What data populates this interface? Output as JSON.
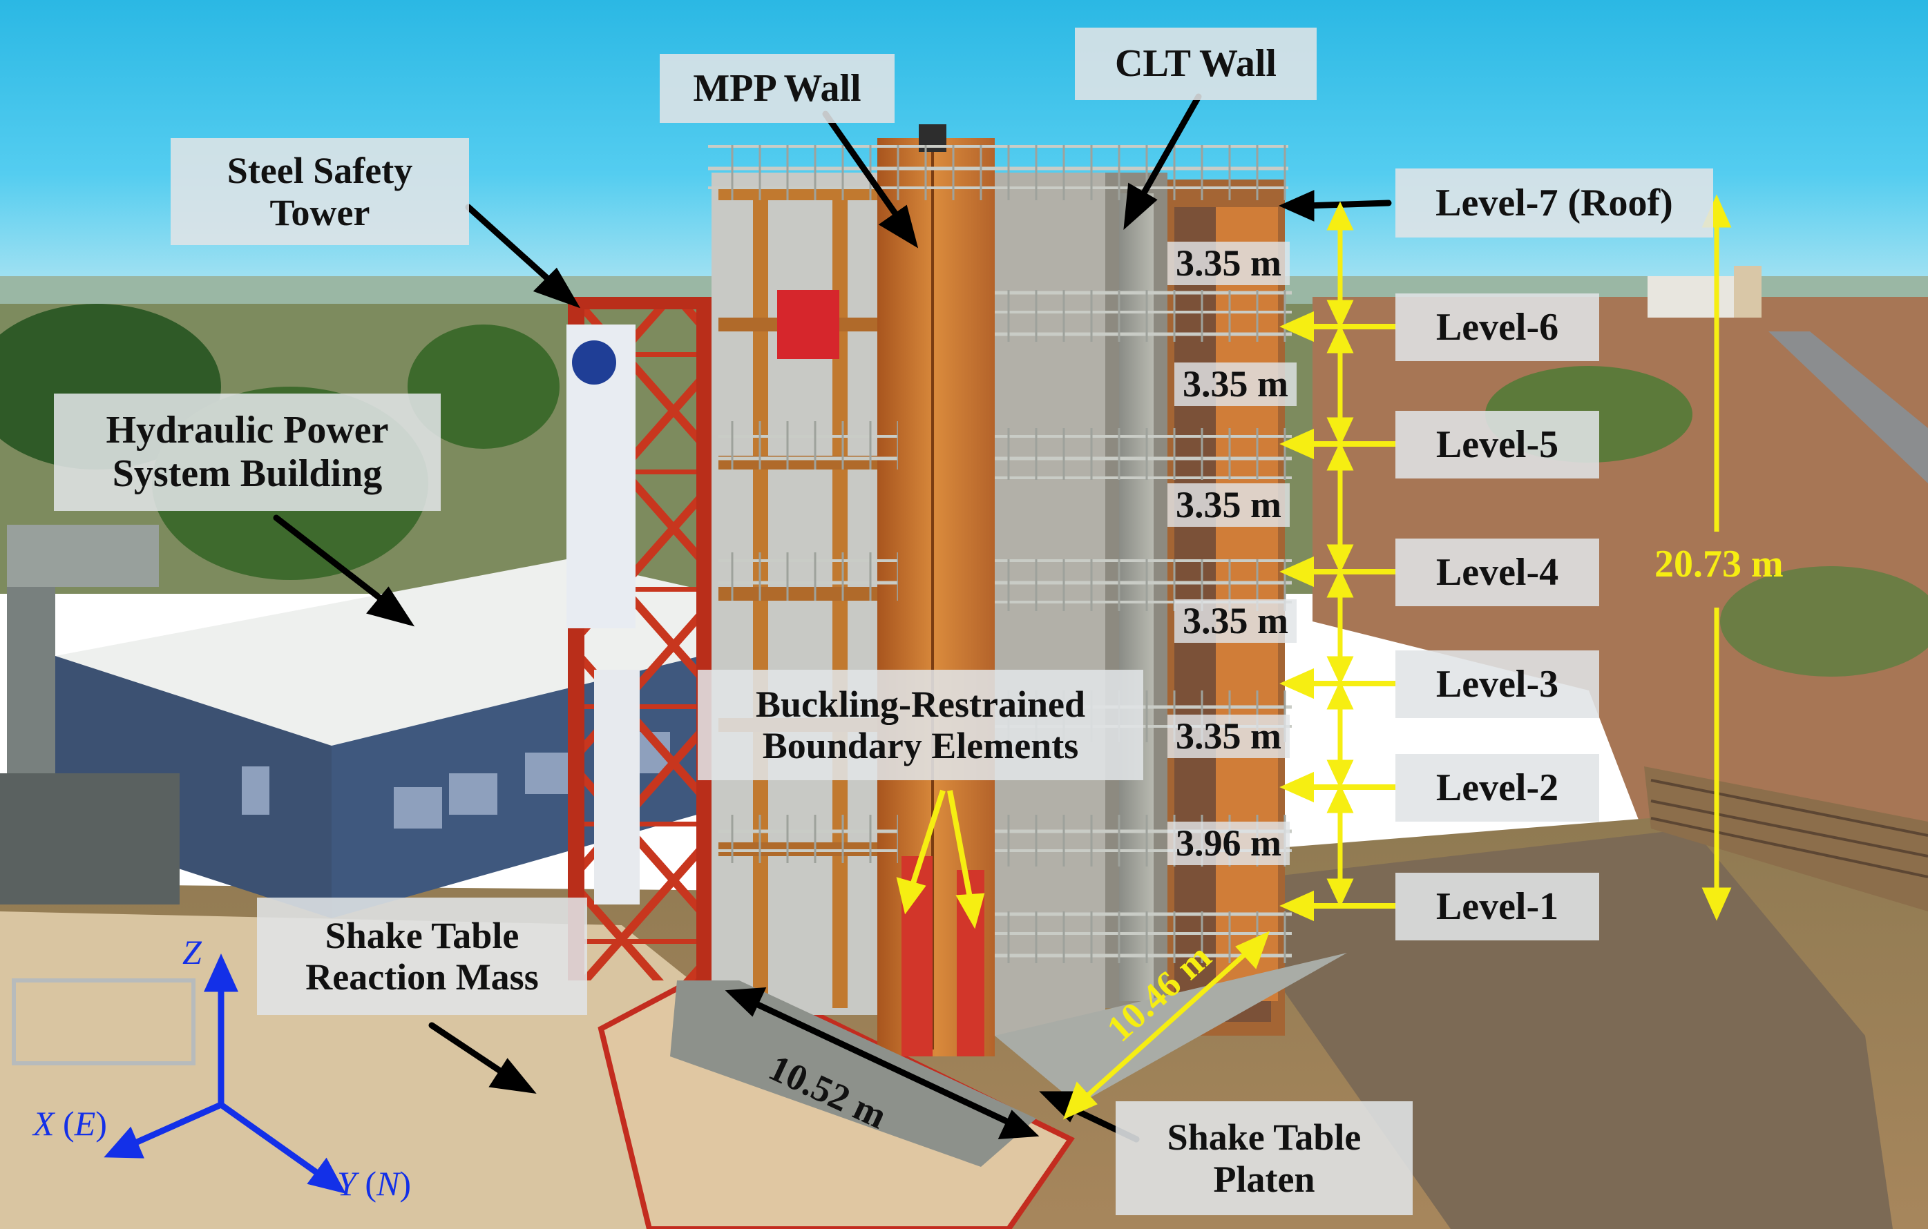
{
  "labels": {
    "steel_safety_tower": [
      "Steel Safety",
      "Tower"
    ],
    "mpp_wall": "MPP Wall",
    "clt_wall": "CLT Wall",
    "hydraulic_power": [
      "Hydraulic Power",
      "System Building"
    ],
    "buckling_restrained": [
      "Buckling-Restrained",
      "Boundary Elements"
    ],
    "shake_table_reaction": [
      "Shake Table",
      "Reaction Mass"
    ],
    "shake_table_platen": [
      "Shake Table",
      "Platen"
    ]
  },
  "levels": [
    "Level-7 (Roof)",
    "Level-6",
    "Level-5",
    "Level-4",
    "Level-3",
    "Level-2",
    "Level-1"
  ],
  "story_heights": [
    "3.35 m",
    "3.35 m",
    "3.35 m",
    "3.35 m",
    "3.35 m",
    "3.96 m"
  ],
  "total_height": "20.73 m",
  "platen_dims": {
    "width": "10.52 m",
    "depth": "10.46 m"
  },
  "axes": {
    "z": "Z",
    "x_prefix": "X (",
    "x_dir": "E",
    "x_suffix": ")",
    "y_prefix": "Y (",
    "y_dir": "N",
    "y_suffix": ")"
  },
  "colors": {
    "dimension_yellow": "#f6ee12",
    "axis_blue": "#1330e8",
    "arrow_black": "#000000"
  }
}
